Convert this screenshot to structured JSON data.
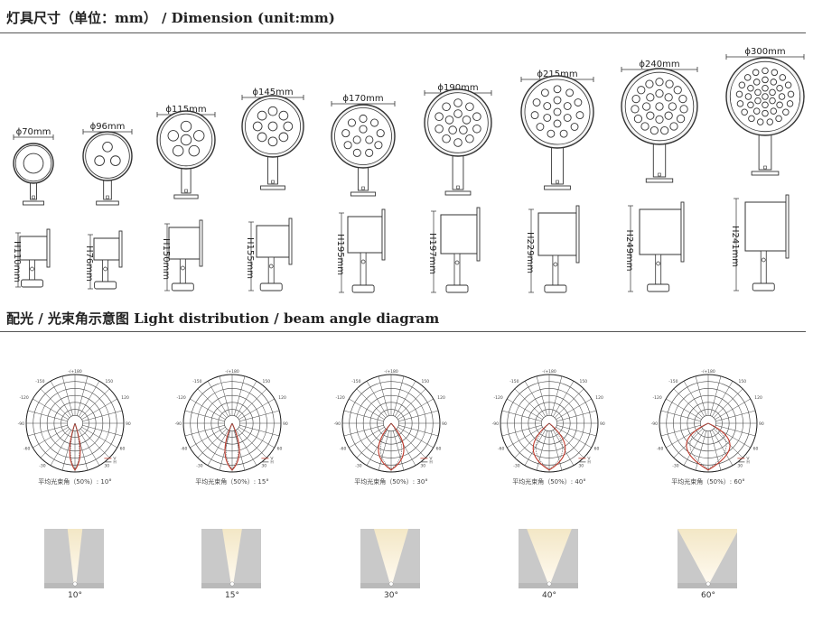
{
  "section_dimension": {
    "title": "灯具尺寸（单位：mm） / Dimension (unit:mm)"
  },
  "section_light": {
    "title": "配光 / 光束角示意图   Light distribution / beam angle diagram"
  },
  "fixtures": [
    {
      "diameter": "ϕ70mm",
      "height": "H110mm",
      "leds": 1
    },
    {
      "diameter": "ϕ96mm",
      "height": "H76mm",
      "leds": 3
    },
    {
      "diameter": "ϕ115mm",
      "height": "H150mm",
      "leds": 6
    },
    {
      "diameter": "ϕ145mm",
      "height": "H155mm",
      "leds": 9
    },
    {
      "diameter": "ϕ170mm",
      "height": "H195mm",
      "leds": 12
    },
    {
      "diameter": "ϕ190mm",
      "height": "H197mm",
      "leds": 15
    },
    {
      "diameter": "ϕ215mm",
      "height": "H229mm",
      "leds": 18
    },
    {
      "diameter": "ϕ240mm",
      "height": "H249mm",
      "leds": 24
    },
    {
      "diameter": "ϕ300mm",
      "height": "H241mm",
      "leds": 36
    }
  ],
  "polar_diagrams": [
    {
      "caption": "平均光束角（50%）: 10°",
      "beam_deg": 10
    },
    {
      "caption": "平均光束角（50%）: 15°",
      "beam_deg": 15
    },
    {
      "caption": "平均光束角（50%）: 30°",
      "beam_deg": 30
    },
    {
      "caption": "平均光束角（50%）: 40°",
      "beam_deg": 40
    },
    {
      "caption": "平均光束角（50%）: 60°",
      "beam_deg": 60
    }
  ],
  "polar_labels": {
    "top": "-/+180",
    "upper_left": "-150",
    "upper_right": "150",
    "mid_left": "-120",
    "mid_right": "120",
    "left": "-90",
    "right": "90",
    "lower_left": "-60",
    "lower_right": "60",
    "bottom_left": "-30",
    "bottom_right": "30",
    "legend_v": "V",
    "legend_h": "H"
  },
  "beam_labels": [
    "10°",
    "15°",
    "30°",
    "40°",
    "60°"
  ],
  "colors": {
    "line": "#333333",
    "beam_red": "#c0392b",
    "housing": "#f4f4f4",
    "light": "#f3e7c6",
    "wall": "#c9c9c9"
  }
}
